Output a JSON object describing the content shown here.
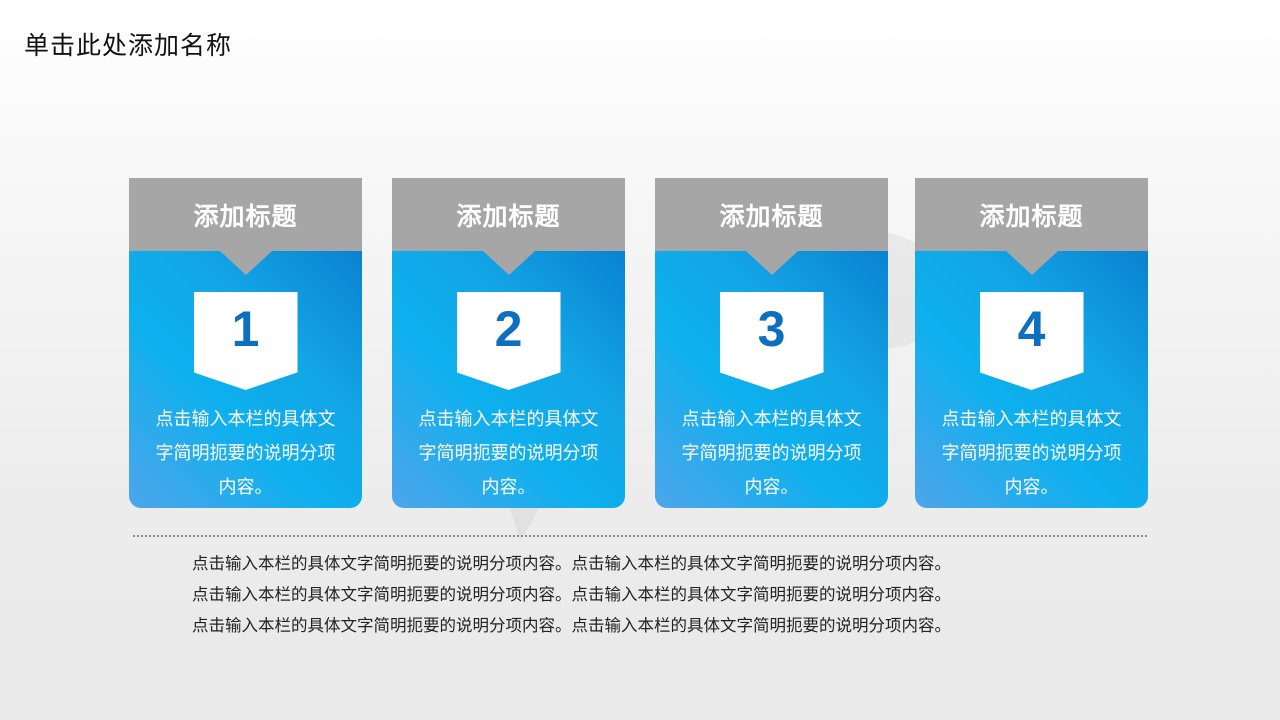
{
  "slide": {
    "title": "单击此处添加名称"
  },
  "cards": [
    {
      "heading": "添加标题",
      "number": "1",
      "text": "点击输入本栏的具体文字简明扼要的说明分项内容。"
    },
    {
      "heading": "添加标题",
      "number": "2",
      "text": "点击输入本栏的具体文字简明扼要的说明分项内容。"
    },
    {
      "heading": "添加标题",
      "number": "3",
      "text": "点击输入本栏的具体文字简明扼要的说明分项内容。"
    },
    {
      "heading": "添加标题",
      "number": "4",
      "text": "点击输入本栏的具体文字简明扼要的说明分项内容。"
    }
  ],
  "body": {
    "lines": [
      "点击输入本栏的具体文字简明扼要的说明分项内容。点击输入本栏的具体文字简明扼要的说明分项内容。",
      "点击输入本栏的具体文字简明扼要的说明分项内容。点击输入本栏的具体文字简明扼要的说明分项内容。",
      "点击输入本栏的具体文字简明扼要的说明分项内容。点击输入本栏的具体文字简明扼要的说明分项内容。"
    ]
  },
  "colors": {
    "header_gray": "#a6a6a6",
    "card_blue": "#13a6e6",
    "number_blue": "#0c6fbf"
  }
}
